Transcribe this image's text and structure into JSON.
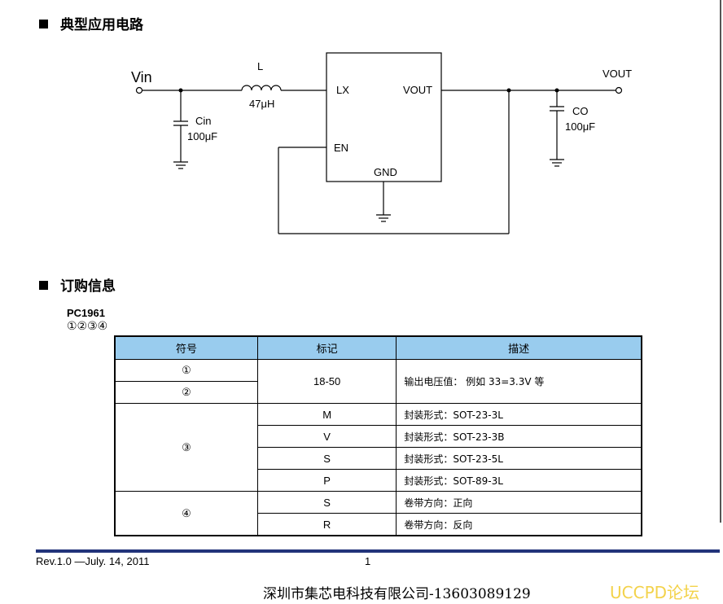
{
  "sections": {
    "circuit_title": "典型应用电路",
    "ordering_title": "订购信息"
  },
  "circuit": {
    "vin": "Vin",
    "inductor_name": "L",
    "inductor_value": "47μH",
    "cin_name": "Cin",
    "cin_value": "100μF",
    "co_name": "CO",
    "co_value": "100μF",
    "pin_lx": "LX",
    "pin_vout": "VOUT",
    "pin_en": "EN",
    "pin_gnd": "GND",
    "vout": "VOUT"
  },
  "ordering": {
    "part": "PC1961",
    "fields": "①②③④",
    "headers": [
      "符号",
      "标记",
      "描述"
    ],
    "rows": {
      "sym1": "①",
      "sym2": "②",
      "mark_voltage": "18-50",
      "desc_voltage": "输出电压值： 例如 33=3.3V 等",
      "sym3": "③",
      "pkg": [
        {
          "mark": "M",
          "desc": "封装形式：SOT-23-3L"
        },
        {
          "mark": "V",
          "desc": "封装形式：SOT-23-3B"
        },
        {
          "mark": "S",
          "desc": "封装形式：SOT-23-5L"
        },
        {
          "mark": "P",
          "desc": "封装形式：SOT-89-3L"
        }
      ],
      "sym4": "④",
      "tape": [
        {
          "mark": "S",
          "desc": "卷带方向：正向"
        },
        {
          "mark": "R",
          "desc": "卷带方向：反向"
        }
      ]
    }
  },
  "footer": {
    "rev": "Rev.1.0 —July. 14, 2011",
    "page": "1",
    "company": "深圳市集芯电科技有限公司-13603089129",
    "watermark": "UCCPD论坛"
  },
  "colors": {
    "header_bg": "#99ccee",
    "rule": "#22337a",
    "watermark": "#f3d24a"
  }
}
